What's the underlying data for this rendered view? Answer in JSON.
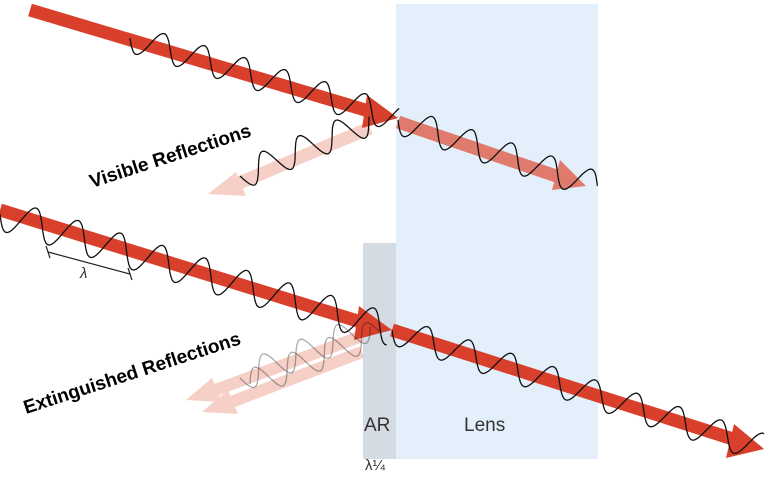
{
  "labels": {
    "visible": "Visible Reflections",
    "extinguished": "Extinguished Reflections",
    "wavelength": "λ",
    "ar": "AR",
    "lens": "Lens",
    "quarter": "λ¼"
  },
  "colors": {
    "beam": "#d9402b",
    "beam_faded": "#f3cbc3",
    "lens": "#e3f0fb",
    "ar_coating": "#d5dbe3",
    "wave": "#111111"
  }
}
